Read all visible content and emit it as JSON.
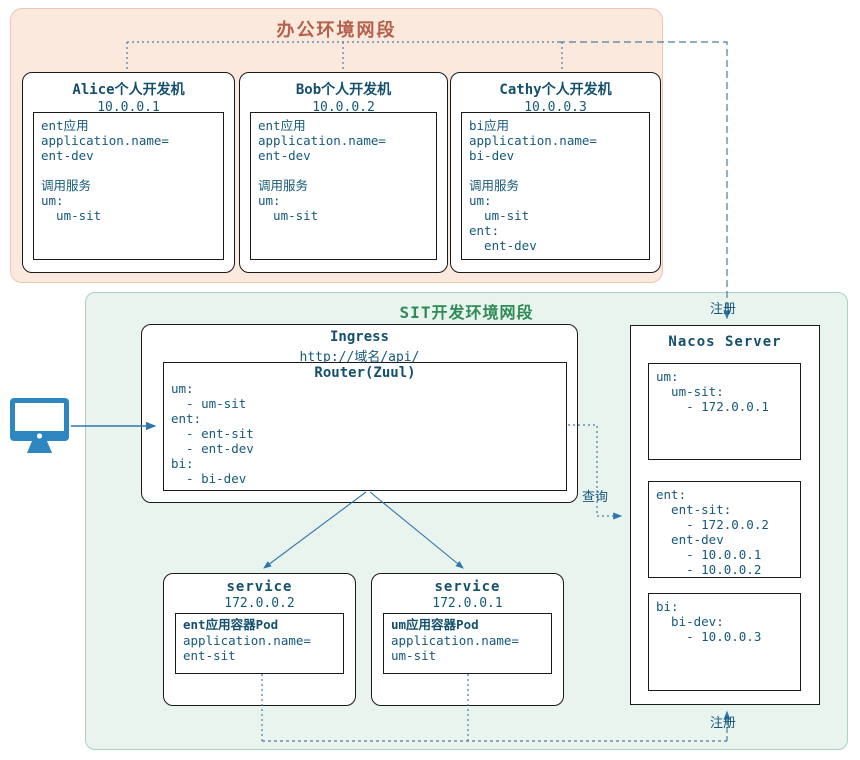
{
  "office_segment": {
    "title": "办公环境网段",
    "machines": [
      {
        "title": "Alice个人开发机",
        "ip": "10.0.0.1",
        "config": "ent应用\napplication.name=\nent-dev\n\n调用服务\num:\n  um-sit"
      },
      {
        "title": "Bob个人开发机",
        "ip": "10.0.0.2",
        "config": "ent应用\napplication.name=\nent-dev\n\n调用服务\num:\n  um-sit"
      },
      {
        "title": "Cathy个人开发机",
        "ip": "10.0.0.3",
        "config": "bi应用\napplication.name=\nbi-dev\n\n调用服务\num:\n  um-sit\nent:\n  ent-dev"
      }
    ]
  },
  "sit_segment": {
    "title": "SIT开发环境网段",
    "ingress": {
      "title": "Ingress",
      "url": "http://域名/api/",
      "router": {
        "title": "Router(Zuul)",
        "routes": "um:\n  - um-sit\nent:\n  - ent-sit\n  - ent-dev\nbi:\n  - bi-dev"
      }
    },
    "nacos": {
      "title": "Nacos Server",
      "entries": [
        "um:\n  um-sit:\n    - 172.0.0.1",
        "ent:\n  ent-sit:\n    - 172.0.0.2\n  ent-dev\n    - 10.0.0.1\n    - 10.0.0.2",
        "bi:\n  bi-dev:\n    - 10.0.0.3"
      ]
    },
    "services": [
      {
        "title": "service",
        "ip": "172.0.0.2",
        "pod_title": "ent应用容器Pod",
        "pod_config": "application.name=\nent-sit"
      },
      {
        "title": "service",
        "ip": "172.0.0.1",
        "pod_title": "um应用容器Pod",
        "pod_config": "application.name=\num-sit"
      }
    ]
  },
  "labels": {
    "register_top": "注册",
    "query": "查询",
    "register_bottom": "注册"
  },
  "colors": {
    "office_background": "#fce9de",
    "office_title": "#b4604b",
    "sit_background": "#e9f4ee",
    "sit_title": "#2e8b57",
    "diagram_text": "#16597a",
    "arrow_blue": "#2e77ae",
    "dashed_line": "#4a7da3",
    "monitor_icon": "#2e86c1"
  }
}
